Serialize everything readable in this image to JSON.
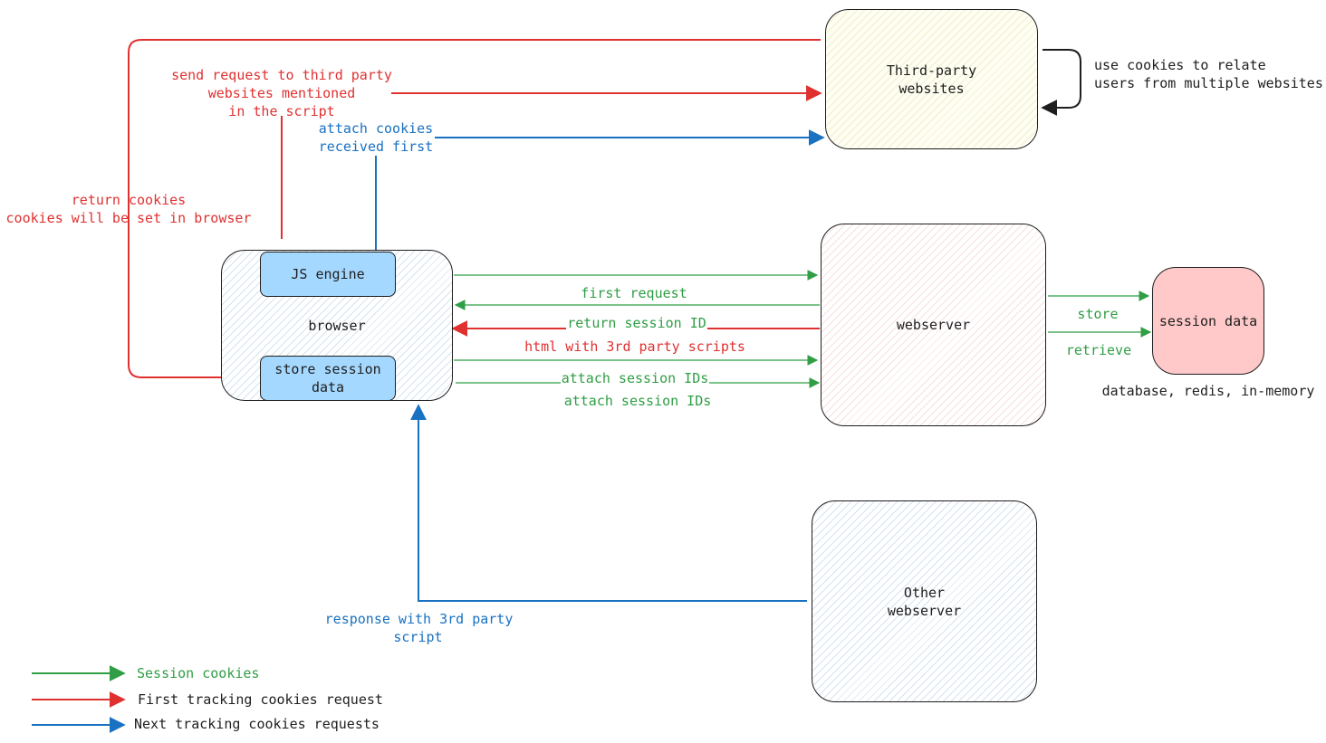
{
  "colors": {
    "session": "#2f9e44",
    "first_tracking": "#e03131",
    "next_tracking": "#1971c2",
    "stroke": "#1e1e1e",
    "inner_box_fill": "#a5d8ff",
    "session_data_fill": "#ffc9c9"
  },
  "nodes": {
    "third_party": "Third-party\nwebsites",
    "browser": "browser",
    "js_engine": "JS engine",
    "store_session": "store session\ndata",
    "webserver": "webserver",
    "session_data": "session data",
    "other_webserver": "Other\nwebserver"
  },
  "labels": {
    "send_request": "send request to third party\nwebsites mentioned\nin the script",
    "attach_cookies": "attach cookies\nreceived first",
    "return_cookies": "return cookies\ncookies will be set in browser",
    "use_cookies": "use cookies to relate\nusers from multiple websites",
    "first_request": "first request",
    "return_session_id": "return session ID",
    "html_scripts": "html with 3rd party scripts",
    "attach_session_ids_1": "attach session IDs",
    "attach_session_ids_2": "attach session IDs",
    "store": "store",
    "retrieve": "retrieve",
    "storage_types": "database, redis, in-memory",
    "response_script": "response with 3rd party script"
  },
  "legend": {
    "session": "Session cookies",
    "first_tracking": "First tracking cookies request",
    "next_tracking": "Next tracking cookies requests"
  }
}
